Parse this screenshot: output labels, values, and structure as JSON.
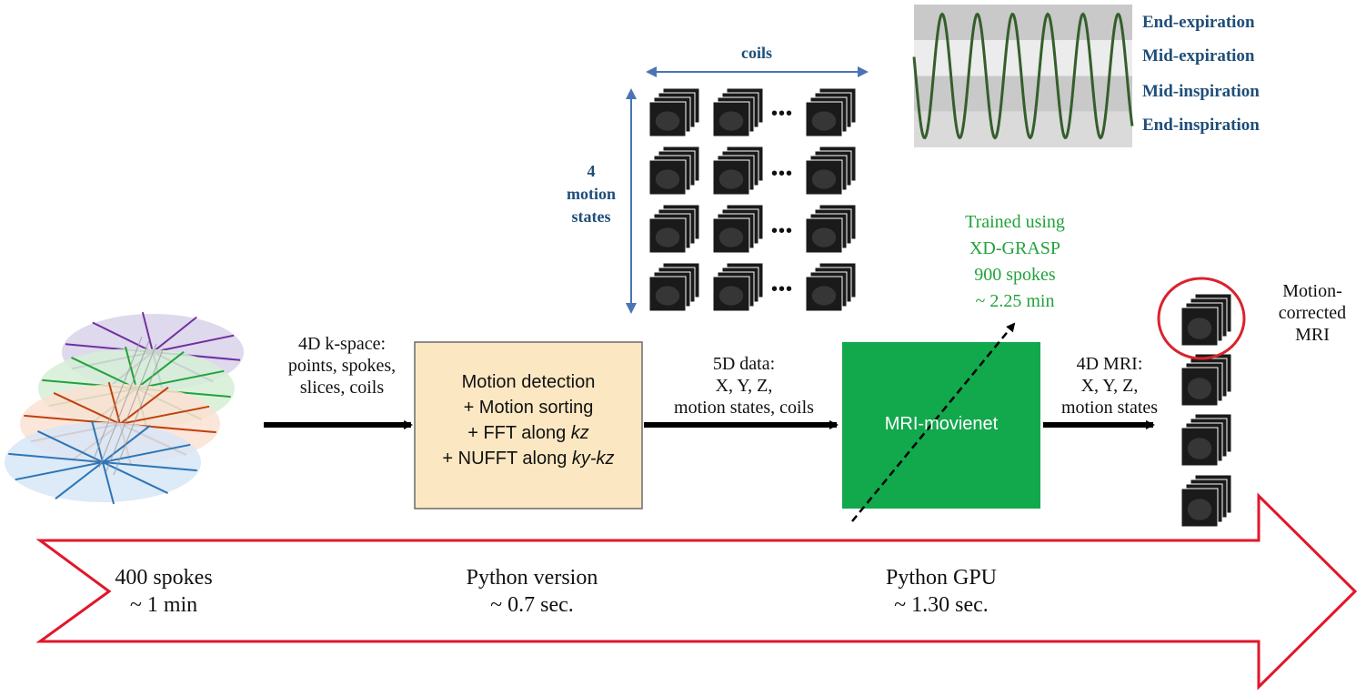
{
  "kspace": {
    "label": "4D k-space:\npoints, spokes,\nslices, coils"
  },
  "process_box": {
    "lines": [
      "Motion detection",
      "+ Motion sorting",
      "+ FFT along ",
      "+ NUFFT along "
    ],
    "italic_parts": [
      "",
      "",
      "kz",
      "ky-kz"
    ],
    "fill": "#fbe8c2",
    "border": "#6b6b6b"
  },
  "data5d": {
    "label_lines": [
      "5D data:",
      "X, Y, Z,",
      "motion states, coils"
    ]
  },
  "network": {
    "name": "MRI-movienet",
    "fill": "#12a84c"
  },
  "mri4d": {
    "label_lines": [
      "4D MRI:",
      "X, Y, Z,",
      "motion states"
    ]
  },
  "output": {
    "label_lines": [
      "Motion-",
      "corrected",
      "MRI"
    ],
    "highlight_color": "#d9232e"
  },
  "training": {
    "lines": [
      "Trained using",
      "XD-GRASP",
      "900 spokes",
      "~ 2.25 min"
    ],
    "color": "#22a23c"
  },
  "coil_grid": {
    "coils_label": "coils",
    "motion_label_lines": [
      "4",
      "motion",
      "states"
    ],
    "ellipsis": "•••",
    "rows": 4,
    "arrow_color": "#4a74b5"
  },
  "respiratory": {
    "states": [
      "End-expiration",
      "Mid-expiration",
      "Mid-inspiration",
      "End-inspiration"
    ],
    "band_colors": [
      "#c9c9c9",
      "#ececec",
      "#c9c9c9",
      "#dadada"
    ],
    "wave_color": "#355e2b",
    "label_color": "#1f4e79"
  },
  "timeline": {
    "border_color": "#e2162b",
    "stages": [
      {
        "title": "400 spokes",
        "value": "~ 1 min"
      },
      {
        "title": "Python version",
        "value": "~ 0.7 sec."
      },
      {
        "title": "Python GPU",
        "value": "~ 1.30 sec."
      }
    ]
  },
  "spoke_colors": [
    "#7030a0",
    "#22a23c",
    "#c0410c",
    "#2e75b6"
  ],
  "plane_colors": [
    "#d9d2ea",
    "#d6efd6",
    "#fbe0d2",
    "#d7e6f6"
  ]
}
